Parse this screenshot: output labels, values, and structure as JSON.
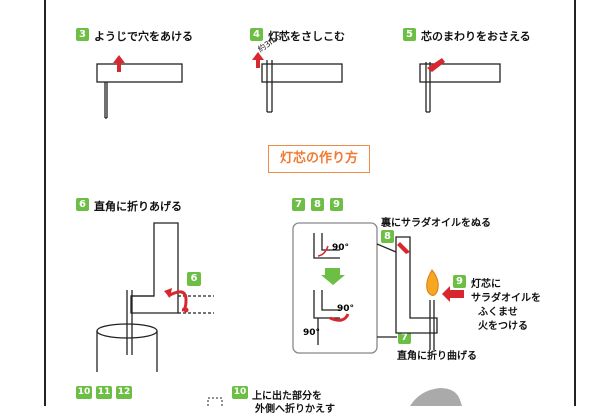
{
  "colors": {
    "accent_green": "#6cbe45",
    "arrow_red": "#d7282f",
    "title_orange": "#f07a32",
    "flame": "#f5a623"
  },
  "steps": {
    "s3": {
      "num": "3",
      "text": "ようじで穴をあける"
    },
    "s4": {
      "num": "4",
      "text": "灯芯をさしこむ",
      "note": "約3mm"
    },
    "s5": {
      "num": "5",
      "text": "芯のまわりをおさえる"
    },
    "s6": {
      "num": "6",
      "text": "直角に折りあげる",
      "callout": "6"
    },
    "s789": {
      "nums": [
        "7",
        "8",
        "9"
      ]
    },
    "s8": {
      "num": "8",
      "text": "裏にサラダオイルをぬる"
    },
    "s9": {
      "num": "9",
      "lines": [
        "灯芯に",
        "サラダオイルを",
        "ふくませ",
        "火をつける"
      ]
    },
    "s7": {
      "num": "7",
      "text": "直角に折り曲げる"
    },
    "s10_12": {
      "nums": [
        "10",
        "11",
        "12"
      ]
    },
    "s10": {
      "num": "10",
      "line1": "上に出た部分を",
      "line2": "外側へ折りかえす"
    }
  },
  "section_title": "灯芯の作り方",
  "angles": {
    "a1": "90°",
    "a2": "90°",
    "a3": "90°"
  }
}
